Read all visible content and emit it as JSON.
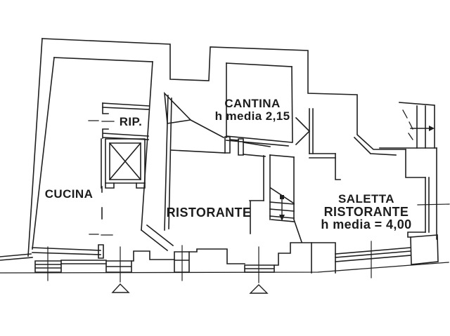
{
  "plan": {
    "paper_color": "#ffffff",
    "ink_color": "#1f1f1f",
    "labels": {
      "cucina": "CUCINA",
      "rip": "RIP.",
      "ristorante": "RISTORANTE",
      "cantina_title": "CANTINA",
      "cantina_height": "h media 2,15",
      "saletta_line1": "SALETTA",
      "saletta_line2": "RISTORANTE",
      "saletta_height": "h media = 4,00"
    },
    "symbols": {
      "elevator_x": "elevator-shaft-cross",
      "stair_arrow": "stair-direction-arrow",
      "entrance_arrow": "entrance-direction-arrow",
      "door_swing": "dashed-door-swing",
      "survey_triangles": "section-marker-triangle",
      "survey_ticks": "survey-tick-line"
    }
  }
}
